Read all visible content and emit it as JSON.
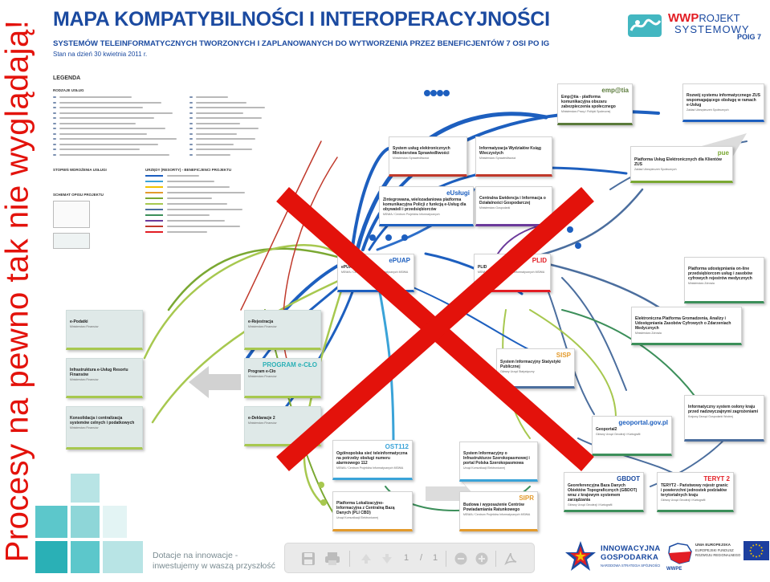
{
  "side_caption": "Procesy na pewno tak nie wyglądają!",
  "header": {
    "title": "MAPA KOMPATYBILNOŚCI I INTEROPERACYJNOŚCI",
    "subtitle": "SYSTEMÓW TELEINFORMATYCZNYCH TWORZONYCH I ZAPLANOWANYCH DO WYTWORZENIA PRZEZ BENEFICJENTÓW 7 OSI PO IG",
    "date": "Stan na dzień 30 kwietnia 2011 r."
  },
  "brand": {
    "wwp_prefix": "WWP",
    "wwp_suffix": "ROJEKT",
    "line2": "SYSTEMOWY",
    "program": "POIG 7"
  },
  "legend": {
    "title": "LEGENDA",
    "section_services": "RODZAJE USŁUG",
    "section_stages": "STOPIEŃ WDROŻENIA USŁUGI",
    "section_beneficiaries": "URZĘDY (RESORTY) - BENEFICJENCI PROJEKTU",
    "section_schema": "SCHEMAT OPISU PROJEKTU",
    "beneficiary_colors": [
      "#1d5fbf",
      "#3aa3d8",
      "#f2c200",
      "#e39a2c",
      "#7aa832",
      "#a7c84f",
      "#4b6e9e",
      "#3c8f5a",
      "#6b3a9b",
      "#c0392b",
      "#e21d24"
    ]
  },
  "systems": [
    {
      "title": "Emp@tia - platforma komunikacyjna obszaru zabezpieczenia społecznego",
      "sub": "Ministerstwo Pracy i Polityki Społecznej",
      "logo": "emp@tia"
    },
    {
      "title": "Rozwój systemu informatycznego ZUS wspomagającego obsługę w ramach e-Usług",
      "sub": "Zakład Ubezpieczeń Społecznych",
      "logo": ""
    },
    {
      "title": "Platforma Usług Elektronicznych dla Klientów ZUS",
      "sub": "Zakład Ubezpieczeń Społecznych",
      "logo": "pue"
    },
    {
      "title": "System usług elektronicznych Ministerstwa Sprawiedliwości",
      "sub": "Ministerstwo Sprawiedliwości",
      "logo": ""
    },
    {
      "title": "Informatyzacja Wydziałów Ksiąg Wieczystych",
      "sub": "Ministerstwo Sprawiedliwości",
      "logo": ""
    },
    {
      "title": "Zintegrowana, wielozadaniowa platforma komunikacyjna Policji z funkcją e-Usług dla obywateli i przedsiębiorców",
      "sub": "MSWiA / Centrum Projektów Informatycznych",
      "logo": "eUsługi"
    },
    {
      "title": "Centralna Ewidencja i Informacja o Działalności Gospodarczej",
      "sub": "Ministerstwo Gospodarki",
      "logo": ""
    },
    {
      "title": "ePUAP 2",
      "sub": "MSWiA / Centrum Projektów Informatycznych MSWiA",
      "logo": "ePUAP"
    },
    {
      "title": "PLID",
      "sub": "MSWiA / Centrum Projektów Informatycznych MSWiA",
      "logo": "PLID"
    },
    {
      "title": "Platforma udostępniania on-line przedsiębiorcom usług i zasobów cyfrowych rejestrów medycznych",
      "sub": "Ministerstwo Zdrowia",
      "logo": ""
    },
    {
      "title": "Elektroniczna Platforma Gromadzenia, Analizy i Udostępniania Zasobów Cyfrowych o Zdarzeniach Medycznych",
      "sub": "Ministerstwo Zdrowia",
      "logo": ""
    },
    {
      "title": "e-Podatki",
      "sub": "Ministerstwo Finansów",
      "logo": ""
    },
    {
      "title": "e-Rejestracja",
      "sub": "Ministerstwo Finansów",
      "logo": ""
    },
    {
      "title": "Infrastruktura e-Usług Resortu Finansów",
      "sub": "Ministerstwo Finansów",
      "logo": ""
    },
    {
      "title": "Program e-Cło",
      "sub": "Ministerstwo Finansów",
      "logo": "PROGRAM e-CŁO"
    },
    {
      "title": "System Informacyjny Statystyki Publicznej",
      "sub": "Główny Urząd Statystyczny",
      "logo": "SISP"
    },
    {
      "title": "Konsolidacja i centralizacja systemów celnych i podatkowych",
      "sub": "Ministerstwo Finansów",
      "logo": ""
    },
    {
      "title": "e-Deklaracje 2",
      "sub": "Ministerstwo Finansów",
      "logo": ""
    },
    {
      "title": "Geoportal2",
      "sub": "Główny Urząd Geodezji i Kartografii",
      "logo": "geoportal.gov.pl"
    },
    {
      "title": "Informatyczny system osłony kraju przed nadzwyczajnymi zagrożeniami",
      "sub": "Krajowy Zarząd Gospodarki Wodnej",
      "logo": ""
    },
    {
      "title": "Ogólnopolska sieć teleinformatyczna na potrzeby obsługi numeru alarmowego 112",
      "sub": "MSWiA / Centrum Projektów Informatycznych MSWiA",
      "logo": "OST112"
    },
    {
      "title": "System Informacyjny o Infrastrukturze Szerokopasmowej i portal Polska Szerokopasmowa",
      "sub": "Urząd Komunikacji Elektronicznej",
      "logo": ""
    },
    {
      "title": "Georeferencyjna Baza Danych Obiektów Topograficznych (GBDOT) wraz z krajowym systemem zarządzania",
      "sub": "Główny Urząd Geodezji i Kartografii",
      "logo": "GBDOT"
    },
    {
      "title": "TERYT2 - Państwowy rejestr granic i powierzchni jednostek podziałów terytorialnych kraju",
      "sub": "Główny Urząd Geodezji i Kartografii",
      "logo": "TERYT 2"
    },
    {
      "title": "Platforma Lokalizacyjno-Informacyjna z Centralną Bazą Danych (PLI CBD)",
      "sub": "Urząd Komunikacji Elektronicznej",
      "logo": ""
    },
    {
      "title": "Budowa i wyposażenie Centrów Powiadamiania Ratunkowego",
      "sub": "MSWiA / Centrum Projektów Informatycznych MSWiA",
      "logo": "SIPR"
    }
  ],
  "footer": {
    "slogan_line1": "Dotacje na innowacje -",
    "slogan_line2": "inwestujemy w waszą przyszłość"
  },
  "viewer": {
    "page_current": "1",
    "page_separator": "/",
    "page_total": "1"
  },
  "sponsors": {
    "ig_line1": "INNOWACYJNA",
    "ig_line2": "GOSPODARKA",
    "ig_line3": "NARODOWA STRATEGIA SPÓJNOŚCI",
    "wwpe": "WWPE",
    "eu_line1": "UNIA EUROPEJSKA",
    "eu_line2": "EUROPEJSKI FUNDUSZ",
    "eu_line3": "ROZWOJU REGIONALNEGO"
  }
}
